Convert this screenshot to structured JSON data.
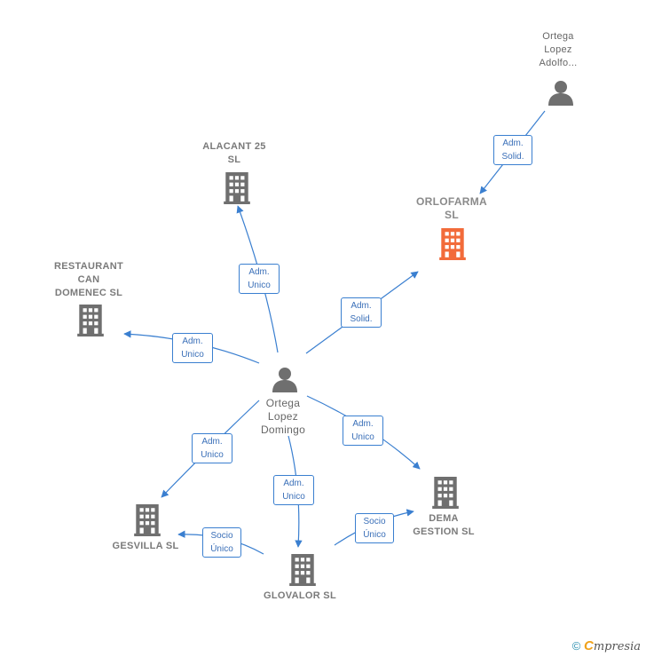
{
  "nodes": {
    "person_adolfo": {
      "lines": [
        "Ortega",
        "Lopez",
        "Adolfo..."
      ],
      "type": "person"
    },
    "orlofarma": {
      "lines": [
        "ORLOFARMA",
        "SL"
      ],
      "type": "company-main"
    },
    "alacant": {
      "lines": [
        "ALACANT 25",
        "SL"
      ],
      "type": "company"
    },
    "restaurant": {
      "lines": [
        "RESTAURANT",
        "CAN",
        "DOMENEC  SL"
      ],
      "type": "company"
    },
    "person_domingo": {
      "lines": [
        "Ortega",
        "Lopez",
        "Domingo"
      ],
      "type": "person"
    },
    "gesvilla": {
      "lines": [
        "GESVILLA  SL"
      ],
      "type": "company"
    },
    "glovalor": {
      "lines": [
        "GLOVALOR  SL"
      ],
      "type": "company"
    },
    "dema": {
      "lines": [
        "DEMA",
        "GESTION SL"
      ],
      "type": "company"
    }
  },
  "edges": {
    "adolfo_orlofarma": {
      "lines": [
        "Adm.",
        "Solid."
      ]
    },
    "domingo_orlofarma": {
      "lines": [
        "Adm.",
        "Solid."
      ]
    },
    "domingo_alacant": {
      "lines": [
        "Adm.",
        "Unico"
      ]
    },
    "domingo_restaurant": {
      "lines": [
        "Adm.",
        "Unico"
      ]
    },
    "domingo_gesvilla": {
      "lines": [
        "Adm.",
        "Unico"
      ]
    },
    "domingo_glovalor": {
      "lines": [
        "Adm.",
        "Unico"
      ]
    },
    "domingo_dema": {
      "lines": [
        "Adm.",
        "Unico"
      ]
    },
    "glovalor_gesvilla": {
      "lines": [
        "Socio",
        "Único"
      ]
    },
    "glovalor_dema": {
      "lines": [
        "Socio",
        "Único"
      ]
    }
  },
  "colors": {
    "edge": "#3a7fd0",
    "icon_gray": "#6f6f6f",
    "icon_main": "#f26b3a"
  },
  "footer": {
    "copyright": "©",
    "brand_initial": "C",
    "brand_rest": "mpresia"
  }
}
